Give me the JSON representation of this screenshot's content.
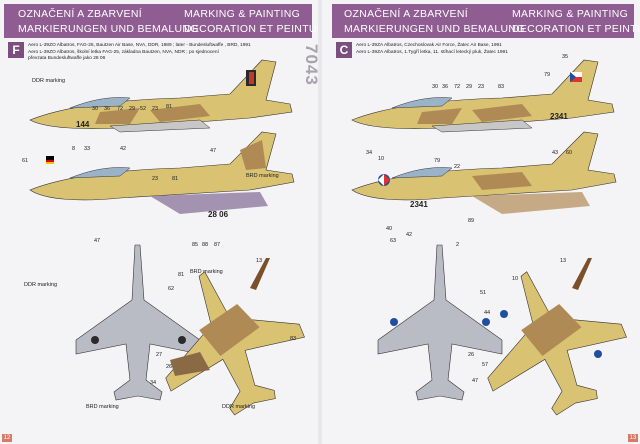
{
  "left_page": {
    "header": {
      "title_cz": "OZNAČENÍ A ZBARVENÍ",
      "title_de": "MARKIERUNGEN UND BEMALUNG",
      "title_en": "MARKING & PAINTING",
      "title_fr": "DECORATION ET PEINTURE"
    },
    "side_number": "7043",
    "scheme_letter": "F",
    "caption_1": "Aero L-39ZO Albatros, FAG-25, Bautzen Air Base, NVA, DDR, 1989 ; later - Bundesluftwaffe , BRD, 1991",
    "caption_2": "Aero L-39ZO Albatros, školní letka FAG-25, základna Bautzen, NVA, NDR ; po sjednocení převzata Bundesluftwaffe jako 28 06",
    "aircraft_codes": [
      "144",
      "28 06"
    ],
    "labels": {
      "ddr_top": "DDR marking",
      "brd_mid": "BRD marking",
      "brd_right": "BRD marking",
      "ddr_left": "DDR marking",
      "brd_bottom": "BRD marking",
      "ddr_bottom": "DDR marking"
    },
    "callouts": [
      "30",
      "36",
      "72",
      "29",
      "52",
      "23",
      "81",
      "8",
      "33",
      "42",
      "61",
      "47",
      "23",
      "81",
      "47",
      "85",
      "88",
      "87",
      "81",
      "13",
      "62",
      "27",
      "26",
      "34",
      "83"
    ],
    "page_no": "12"
  },
  "right_page": {
    "header": {
      "title_cz": "OZNAČENÍ A ZBARVENÍ",
      "title_de": "MARKIERUNGEN UND BEMALUNG",
      "title_en": "MARKING & PAINTING",
      "title_fr": "DECORATION ET PEINTURE"
    },
    "scheme_letter": "C",
    "caption_1": "Aero L-39ZA Albatros, Czechoslovak Air Force, Žatec Air Base, 1991",
    "caption_2": "Aero L-39ZA Albatros, 1.Tygří letka, 11. stíhací letecký pluk, Žatec 1991",
    "aircraft_codes": [
      "2341",
      "2341"
    ],
    "callouts": [
      "35",
      "79",
      "30",
      "36",
      "72",
      "29",
      "23",
      "83",
      "34",
      "10",
      "79",
      "22",
      "43",
      "60",
      "40",
      "63",
      "89",
      "42",
      "2",
      "13",
      "10",
      "51",
      "44",
      "26",
      "57",
      "47"
    ],
    "page_no": "13"
  },
  "colors": {
    "header_bg": "#8f5d92",
    "sand": "#d9c272",
    "tan": "#b08a55",
    "grey": "#b9bcc5",
    "green": "#3f6d3a",
    "brown": "#8a6a45"
  }
}
